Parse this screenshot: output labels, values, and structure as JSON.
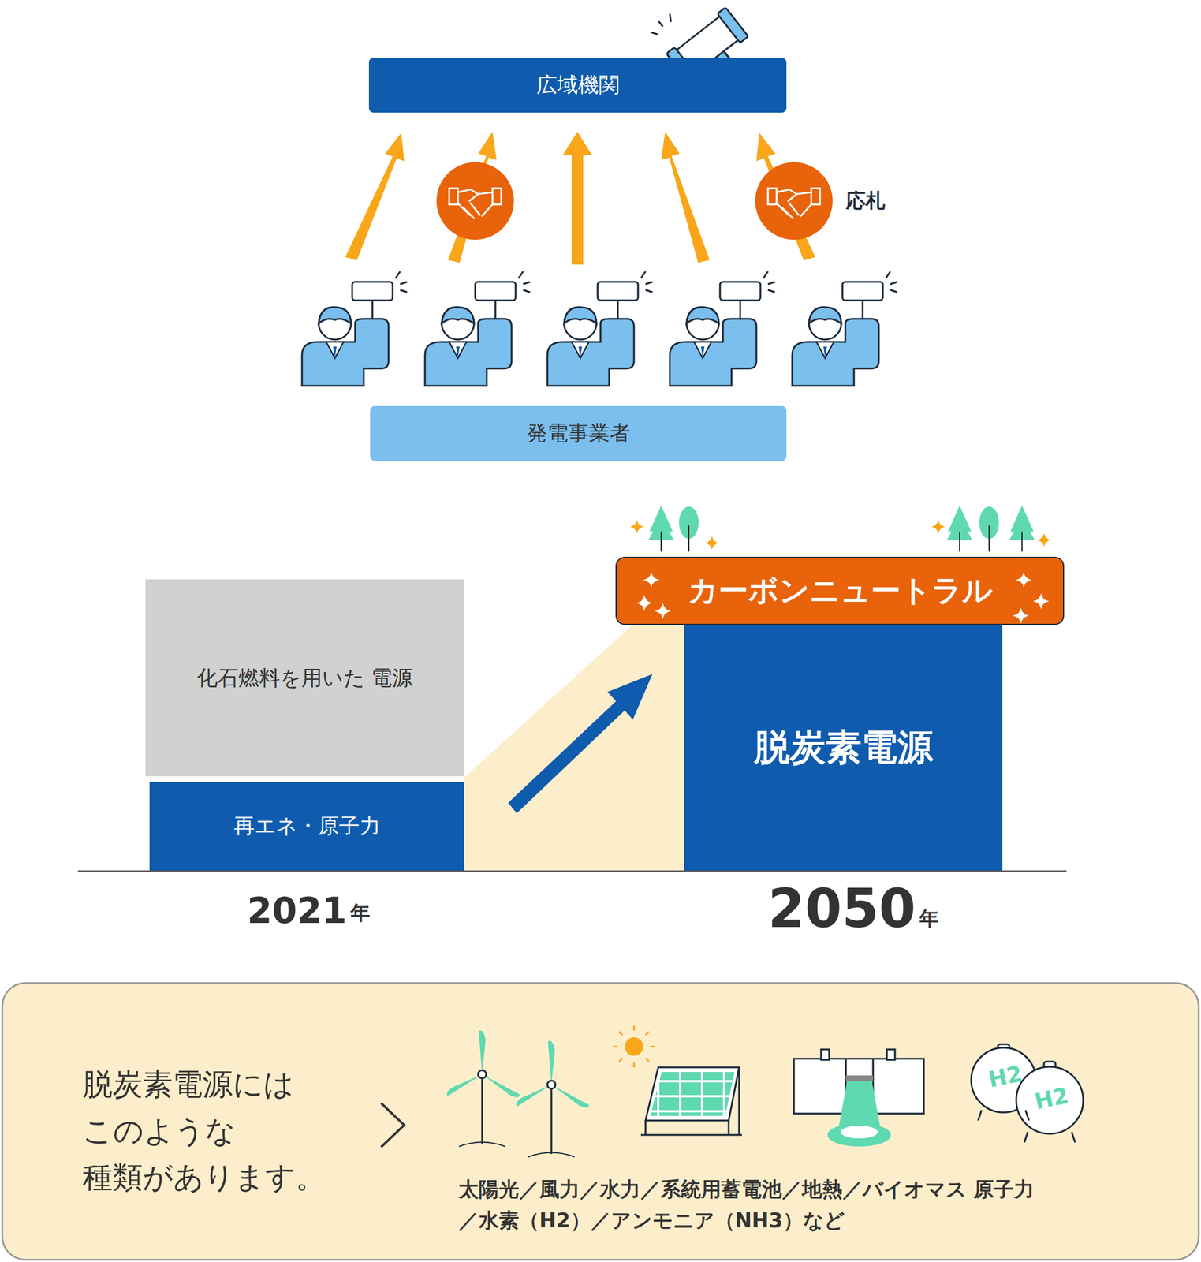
{
  "diagram": {
    "nodes": [
      {
        "text": [
          "広域機関"
        ]
      },
      {
        "text": [
          "発電事業者"
        ]
      },
      {
        "text": [
          "化石燃料を用いた 電源"
        ]
      },
      {
        "text": [
          "再エネ・原子力"
        ]
      },
      {
        "text": [
          "カーボンニュートラル"
        ]
      },
      {
        "text": [
          "脱炭素電源"
        ]
      },
      {
        "text": [
          "脱炭素電源には このような 種類があります。",
          "太陽光／風力／水力／系統用蓄電池／地熱／バイオマス 原子力／水素（H2）／アンモニア（NH3）など"
        ]
      }
    ],
    "edges": [],
    "labels": [
      "応札",
      "2021",
      "年",
      "2050",
      "年",
      "H2",
      "H2"
    ]
  }
}
